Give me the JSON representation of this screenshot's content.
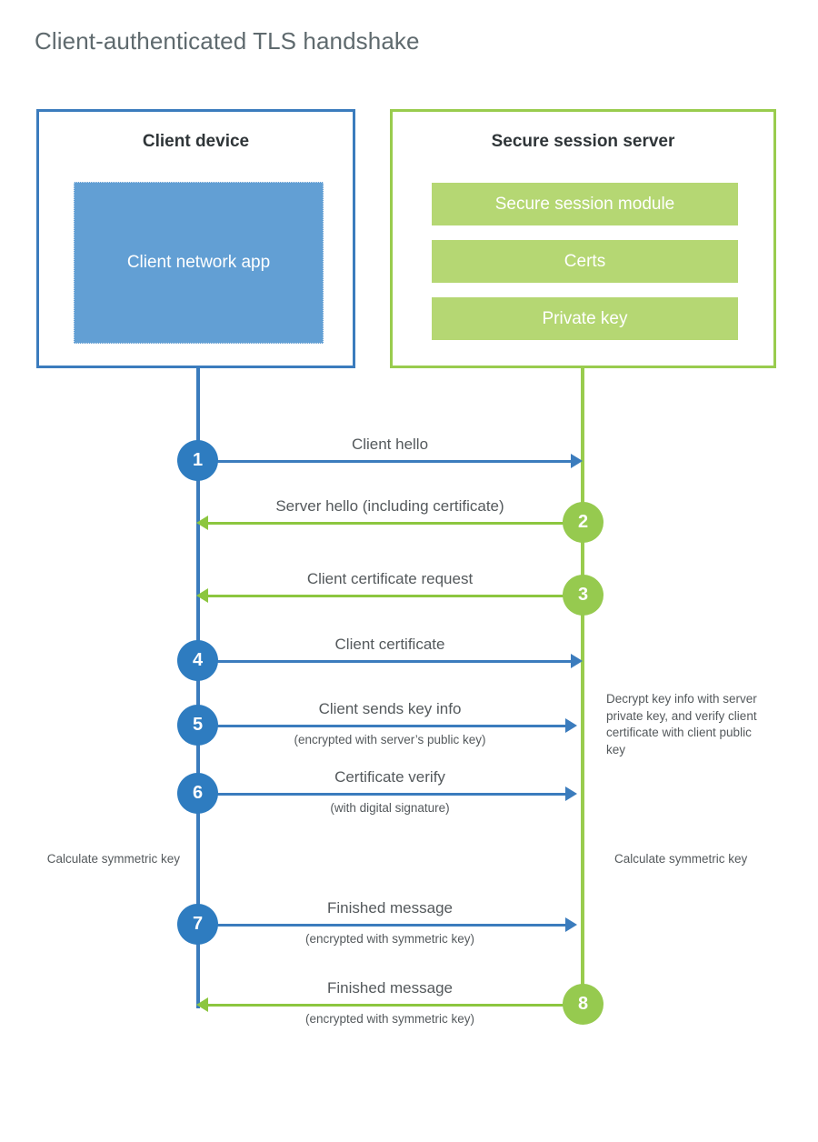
{
  "title": "Client-authenticated TLS handshake",
  "colors": {
    "client_accent": "#3b7cbd",
    "client_badge": "#2e7cc0",
    "client_app_fill": "#629fd4",
    "server_accent": "#99cc4e",
    "server_badge": "#96ca4f",
    "server_bar_fill": "#b5d773",
    "arrow_green": "#8cc63f",
    "text": "#54595c",
    "title_text": "#5f6a6e",
    "heading_text": "#2f3538",
    "background": "#ffffff"
  },
  "client": {
    "title": "Client device",
    "app_label": "Client network app"
  },
  "server": {
    "title": "Secure session server",
    "bars": [
      {
        "label": "Secure session module"
      },
      {
        "label": "Certs"
      },
      {
        "label": "Private key"
      }
    ]
  },
  "steps": [
    {
      "number": "1",
      "label": "Client hello",
      "sub": "",
      "direction": "client-to-server"
    },
    {
      "number": "2",
      "label": "Server hello (including certificate)",
      "sub": "",
      "direction": "server-to-client"
    },
    {
      "number": "3",
      "label": "Client certificate request",
      "sub": "",
      "direction": "server-to-client"
    },
    {
      "number": "4",
      "label": "Client certificate",
      "sub": "",
      "direction": "client-to-server"
    },
    {
      "number": "5",
      "label": "Client sends key info",
      "sub": "(encrypted with server’s public key)",
      "direction": "client-to-server"
    },
    {
      "number": "6",
      "label": "Certificate verify",
      "sub": "(with digital signature)",
      "direction": "client-to-server"
    },
    {
      "number": "7",
      "label": "Finished message",
      "sub": "(encrypted with symmetric key)",
      "direction": "client-to-server"
    },
    {
      "number": "8",
      "label": "Finished message",
      "sub": "(encrypted with symmetric key)",
      "direction": "server-to-client"
    }
  ],
  "notes": {
    "server_decrypt": "Decrypt key info with server private key, and verify client certificate with client public key",
    "client_calculate": "Calculate symmetric key",
    "server_calculate": "Calculate symmetric key"
  }
}
